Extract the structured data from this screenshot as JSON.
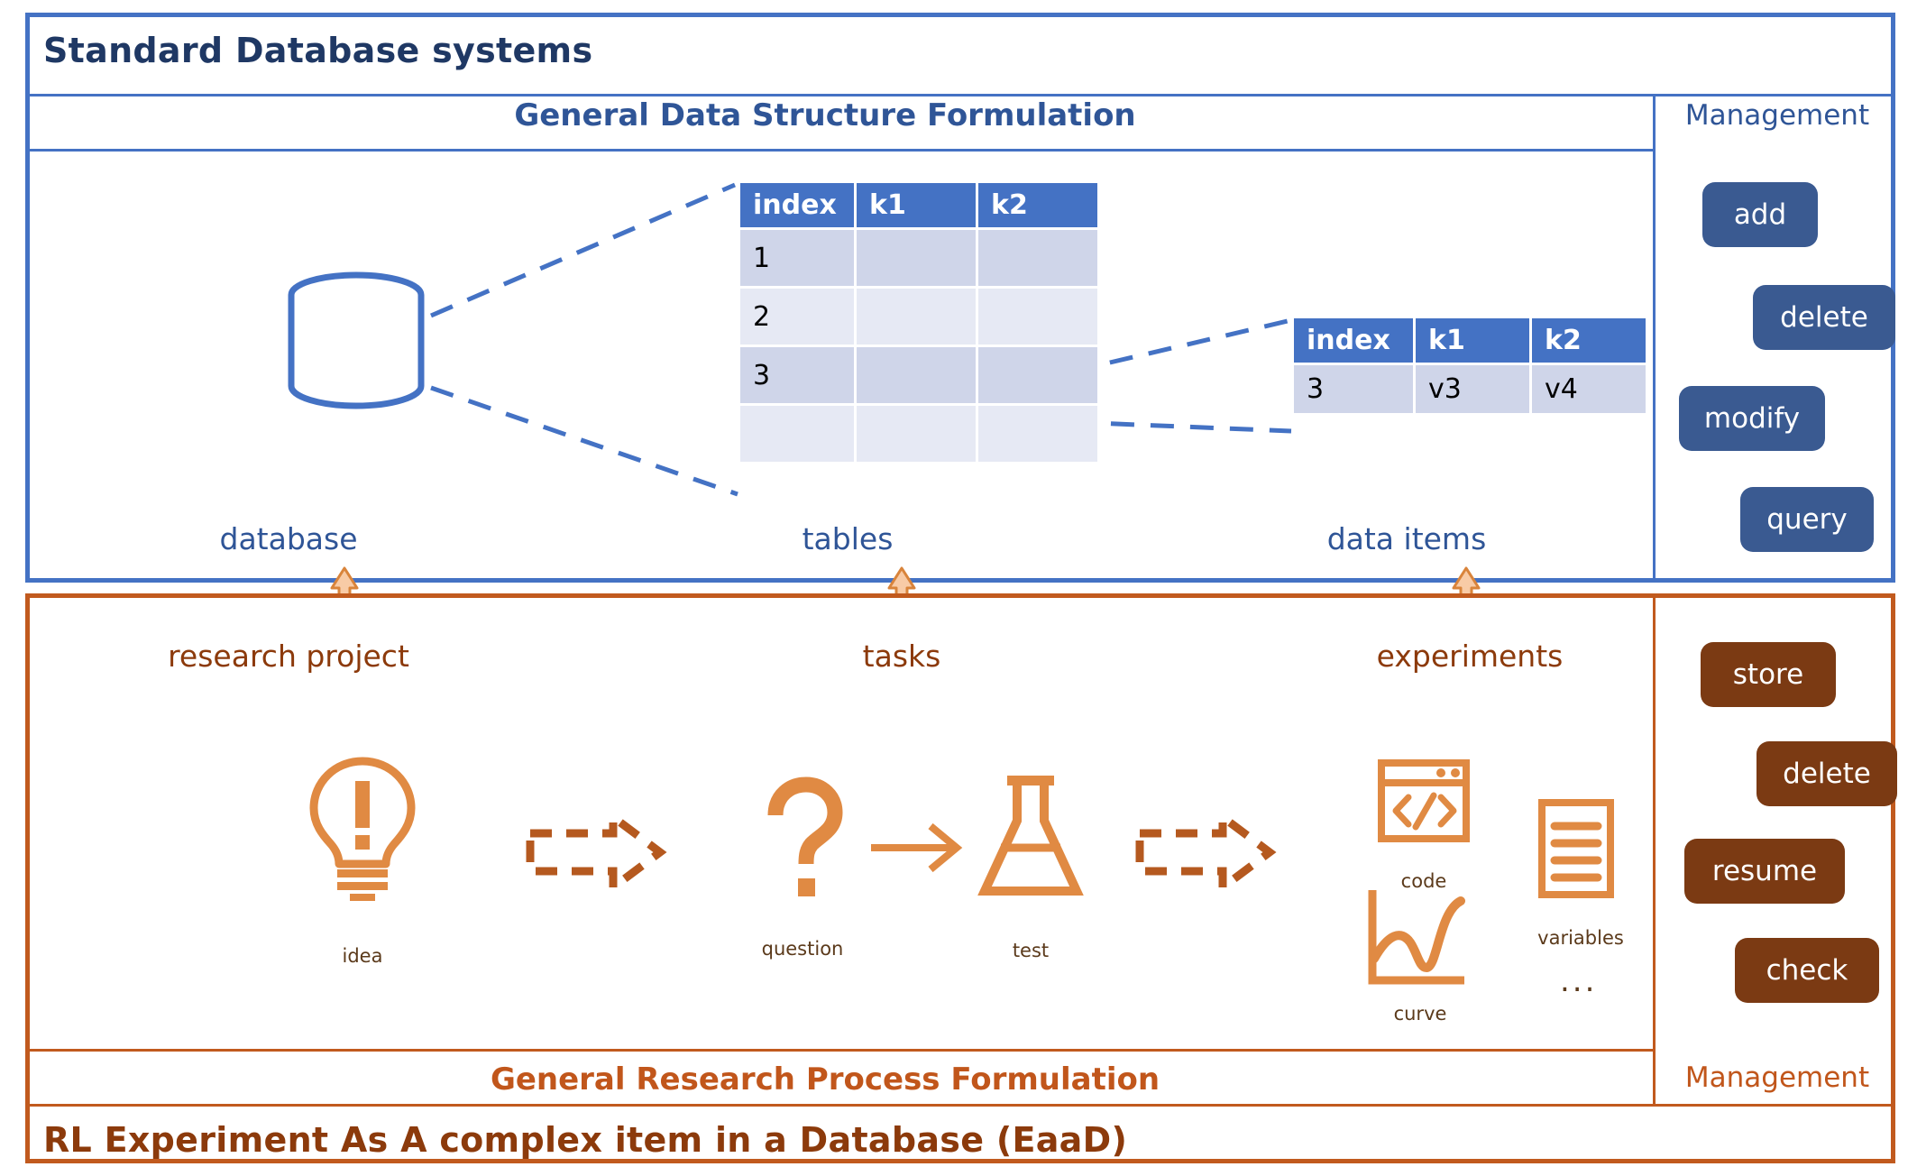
{
  "titles": {
    "app_title": "Standard Database systems",
    "bottom_title": "RL Experiment As A complex item in a Database (EaaD)",
    "top_band": "General Data Structure Formulation",
    "bottom_band": "General Research Process Formulation",
    "management_top": "Management",
    "management_bottom": "Management"
  },
  "colors": {
    "blue_border": "#4472C4",
    "brown_border": "#C15A1E",
    "blue_title": "#1F3864",
    "brown_title": "#8C3A0B",
    "blue_button": "#3A5A91",
    "brown_button": "#7B3A13",
    "table_header": "#4472C4",
    "table_row_dark": "#CFD5E9",
    "table_row_light": "#E6E9F4",
    "icon_orange": "#E08A43",
    "arrow_orange": "#B5591F",
    "arrow_fill": "#F8CBA6"
  },
  "tables": {
    "main": {
      "name": "tables",
      "headers": [
        "index",
        "k1",
        "k2"
      ],
      "rows": [
        [
          "1",
          "",
          ""
        ],
        [
          "2",
          "",
          ""
        ],
        [
          "3",
          "",
          ""
        ],
        [
          "",
          "",
          ""
        ]
      ]
    },
    "item": {
      "name": "data items",
      "headers": [
        "index",
        "k1",
        "k2"
      ],
      "rows": [
        [
          "3",
          "v3",
          "v4"
        ]
      ]
    }
  },
  "db_management": {
    "buttons": [
      {
        "label": "add",
        "align": "left"
      },
      {
        "label": "delete",
        "align": "right"
      },
      {
        "label": "modify",
        "align": "left"
      },
      {
        "label": "query",
        "align": "right"
      }
    ]
  },
  "research_management": {
    "buttons": [
      {
        "label": "store",
        "align": "left"
      },
      {
        "label": "delete",
        "align": "right"
      },
      {
        "label": "resume",
        "align": "left"
      },
      {
        "label": "check",
        "align": "right"
      }
    ]
  },
  "mappings": [
    {
      "db_term": "database",
      "research_term": "research project"
    },
    {
      "db_term": "tables",
      "research_term": "tasks"
    },
    {
      "db_term": "data items",
      "research_term": "experiments"
    }
  ],
  "process_icons": [
    {
      "icon": "lightbulb-icon",
      "caption": "idea"
    },
    {
      "icon": "question-mark-icon",
      "caption": "question"
    },
    {
      "icon": "flask-icon",
      "caption": "test"
    },
    {
      "icon": "code-window-icon",
      "caption": "code"
    },
    {
      "icon": "curve-plot-icon",
      "caption": "curve"
    },
    {
      "icon": "document-lines-icon",
      "caption": "variables"
    }
  ],
  "ellipsis": "...",
  "db_shape_label": "database-cylinder-icon"
}
